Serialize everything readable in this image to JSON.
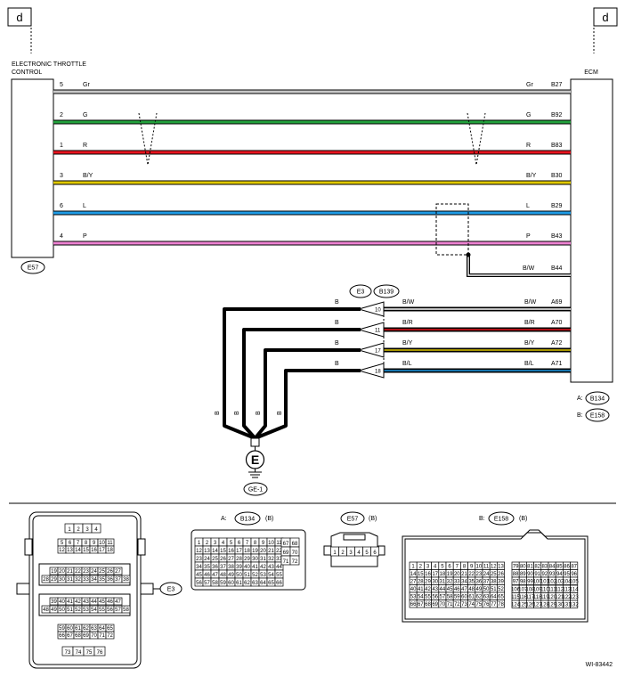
{
  "corner_tag": "d",
  "etc": {
    "title_line1": "ELECTRONIC THROTTLE",
    "title_line2": "CONTROL",
    "connector": "E57"
  },
  "ecm": {
    "title": "ECM",
    "conn_a": "B134",
    "conn_b": "E158",
    "conn_a_prefix": "A:",
    "conn_b_prefix": "B:"
  },
  "wires": [
    {
      "pin": "5",
      "color_code": "Gr",
      "ecm_code": "Gr",
      "ecm_pin": "B27",
      "color": "#c8c8c8"
    },
    {
      "pin": "2",
      "color_code": "G",
      "ecm_code": "G",
      "ecm_pin": "B92",
      "color": "#22a23c"
    },
    {
      "pin": "1",
      "color_code": "R",
      "ecm_code": "R",
      "ecm_pin": "B83",
      "color": "#e8141e"
    },
    {
      "pin": "3",
      "color_code": "B/Y",
      "ecm_code": "B/Y",
      "ecm_pin": "B30",
      "color": "#e0c800"
    },
    {
      "pin": "6",
      "color_code": "L",
      "ecm_code": "L",
      "ecm_pin": "B29",
      "color": "#1e9be6"
    },
    {
      "pin": "4",
      "color_code": "P",
      "ecm_code": "P",
      "ecm_pin": "B43",
      "color": "#ee82d2"
    }
  ],
  "shield": {
    "code": "B/W",
    "pin": "B44"
  },
  "ground_wires": [
    {
      "term": "10",
      "left": "B",
      "right": "B/W",
      "ecm_code": "B/W",
      "ecm_pin": "A69",
      "color": "#ffffff"
    },
    {
      "term": "11",
      "left": "B",
      "right": "B/R",
      "ecm_code": "B/R",
      "ecm_pin": "A70",
      "color": "#e8141e"
    },
    {
      "term": "17",
      "left": "B",
      "right": "B/Y",
      "ecm_code": "B/Y",
      "ecm_pin": "A72",
      "color": "#e0c800"
    },
    {
      "term": "18",
      "left": "B",
      "right": "B/L",
      "ecm_code": "B/L",
      "ecm_pin": "A71",
      "color": "#1e9be6"
    }
  ],
  "joint": {
    "e": "E3",
    "b": "B139"
  },
  "vertical_labels": [
    "B",
    "B",
    "B",
    "B"
  ],
  "ground": {
    "symbol": "E",
    "label": "GE-1"
  },
  "bottom": {
    "e3_label": "E3",
    "e3_top_row": [
      "1",
      "2",
      "3",
      "4"
    ],
    "e3_rows": [
      [
        "5",
        "6",
        "7",
        "8",
        "9",
        "10",
        "11"
      ],
      [
        "12",
        "13",
        "14",
        "15",
        "16",
        "17",
        "18"
      ],
      [
        "19",
        "20",
        "21",
        "22",
        "23",
        "24",
        "25",
        "26",
        "27"
      ],
      [
        "28",
        "29",
        "30",
        "31",
        "32",
        "33",
        "34",
        "35",
        "36",
        "37",
        "38"
      ],
      [
        "39",
        "40",
        "41",
        "42",
        "43",
        "44",
        "45",
        "46",
        "47"
      ],
      [
        "48",
        "49",
        "50",
        "51",
        "52",
        "53",
        "54",
        "55",
        "56",
        "57",
        "58"
      ],
      [
        "59",
        "60",
        "61",
        "62",
        "63",
        "64",
        "65"
      ],
      [
        "66",
        "67",
        "68",
        "69",
        "70",
        "71",
        "72"
      ],
      [
        "73",
        "74",
        "75",
        "76"
      ]
    ],
    "b134_prefix": "A:",
    "b134_label": "B134",
    "b134_suffix": "(B)",
    "b134_rows": [
      [
        "1",
        "2",
        "3",
        "4",
        "5",
        "6",
        "7",
        "8",
        "9",
        "10",
        "11"
      ],
      [
        "12",
        "13",
        "14",
        "15",
        "16",
        "17",
        "18",
        "19",
        "20",
        "21",
        "22"
      ],
      [
        "23",
        "24",
        "25",
        "26",
        "27",
        "28",
        "29",
        "30",
        "31",
        "32",
        "33"
      ],
      [
        "34",
        "35",
        "36",
        "37",
        "38",
        "39",
        "40",
        "41",
        "42",
        "43",
        "44"
      ],
      [
        "45",
        "46",
        "47",
        "48",
        "49",
        "50",
        "51",
        "52",
        "53",
        "54",
        "55"
      ],
      [
        "56",
        "57",
        "58",
        "59",
        "60",
        "61",
        "62",
        "63",
        "64",
        "65",
        "66"
      ]
    ],
    "b134_side": [
      "67",
      "68",
      "69",
      "70",
      "71",
      "72"
    ],
    "e57_label": "E57",
    "e57_suffix": "(B)",
    "e57_pins": [
      "1",
      "2",
      "3",
      "4",
      "5",
      "6"
    ],
    "e158_prefix": "B:",
    "e158_label": "E158",
    "e158_suffix": "(B)",
    "e158_left": [
      [
        "1",
        "2",
        "3",
        "4",
        "5",
        "6",
        "7",
        "8",
        "9",
        "10",
        "11",
        "12",
        "13"
      ],
      [
        "14",
        "15",
        "16",
        "17",
        "18",
        "19",
        "20",
        "21",
        "22",
        "23",
        "24",
        "25",
        "26"
      ],
      [
        "27",
        "28",
        "29",
        "30",
        "31",
        "32",
        "33",
        "34",
        "35",
        "36",
        "37",
        "38",
        "39"
      ],
      [
        "40",
        "41",
        "42",
        "43",
        "44",
        "45",
        "46",
        "47",
        "48",
        "49",
        "50",
        "51",
        "52"
      ],
      [
        "53",
        "54",
        "55",
        "56",
        "57",
        "58",
        "59",
        "60",
        "61",
        "62",
        "63",
        "64",
        "65"
      ],
      [
        "66",
        "67",
        "68",
        "69",
        "70",
        "71",
        "72",
        "73",
        "74",
        "75",
        "76",
        "77",
        "78"
      ]
    ],
    "e158_right_top": [
      [
        "79",
        "80",
        "81",
        "82",
        "83",
        "84",
        "85",
        "86",
        "87"
      ],
      [
        "88",
        "89",
        "90",
        "91",
        "92",
        "93",
        "94",
        "95",
        "96"
      ],
      [
        "97",
        "98",
        "99",
        "100",
        "101",
        "102",
        "103",
        "104",
        "105"
      ]
    ],
    "e158_right_bot": [
      [
        "106",
        "107",
        "108",
        "109",
        "110",
        "111",
        "112",
        "113",
        "114"
      ],
      [
        "115",
        "116",
        "117",
        "118",
        "119",
        "120",
        "121",
        "122",
        "123"
      ],
      [
        "124",
        "125",
        "126",
        "127",
        "128",
        "129",
        "130",
        "131",
        "132"
      ]
    ],
    "figure_id": "WI-83442"
  }
}
